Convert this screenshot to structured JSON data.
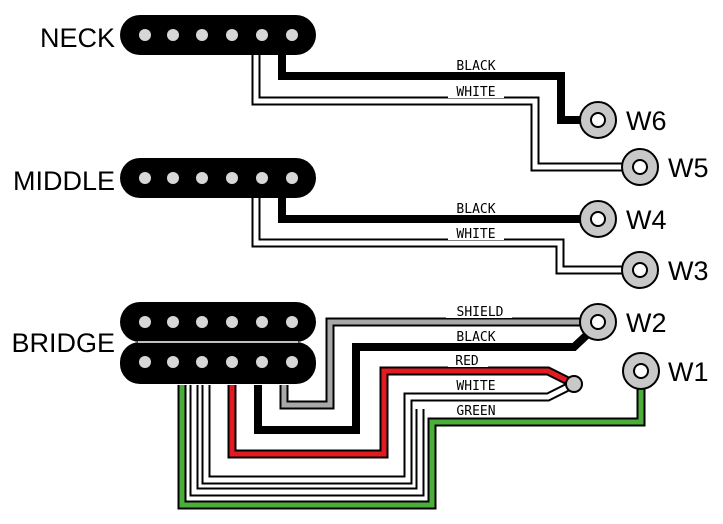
{
  "pickups": {
    "neck": {
      "label": "NECK"
    },
    "middle": {
      "label": "MIDDLE"
    },
    "bridge": {
      "label": "BRIDGE"
    }
  },
  "terminals": {
    "w1": "W1",
    "w2": "W2",
    "w3": "W3",
    "w4": "W4",
    "w5": "W5",
    "w6": "W6"
  },
  "wires": {
    "neck_black": "BLACK",
    "neck_white": "WHITE",
    "middle_black": "BLACK",
    "middle_white": "WHITE",
    "bridge_shield": "SHIELD",
    "bridge_black": "BLACK",
    "bridge_red": "RED",
    "bridge_white": "WHITE",
    "bridge_green": "GREEN"
  },
  "colors": {
    "black": "#000000",
    "white": "#ffffff",
    "shield": "#a8a8a8",
    "red": "#e21b23",
    "green": "#4cae3a",
    "terminal_fill": "#c8c8c8",
    "pole": "#d7d7d7"
  }
}
